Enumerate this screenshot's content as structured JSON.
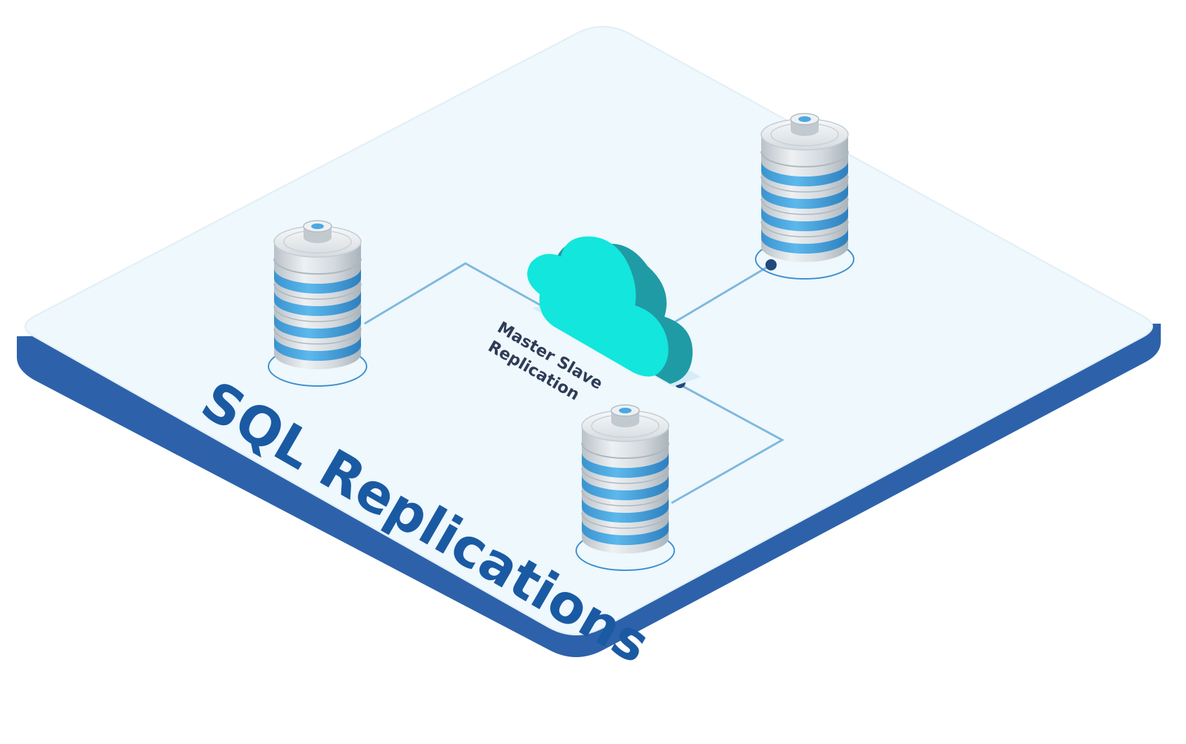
{
  "diagram": {
    "title": "SQL Replications",
    "cloud_label_line1": "Master Slave",
    "cloud_label_line2": "Replication",
    "nodes": [
      {
        "name": "database-server-left"
      },
      {
        "name": "database-server-top-right"
      },
      {
        "name": "database-server-bottom"
      }
    ],
    "icons": {
      "database": "database-icon",
      "cloud": "cloud-icon"
    },
    "colors": {
      "platform_top": "#eef8fd",
      "platform_side": "#2d62ab",
      "title": "#1a5aa3",
      "label": "#2e3c57",
      "connector": "#7fb8dd",
      "cloud_front": "#13e6dc",
      "cloud_side": "#1f9ba6",
      "db_stripe": "#42a6df",
      "db_metal": "#d9dee2",
      "node_dot": "#21497c"
    }
  }
}
